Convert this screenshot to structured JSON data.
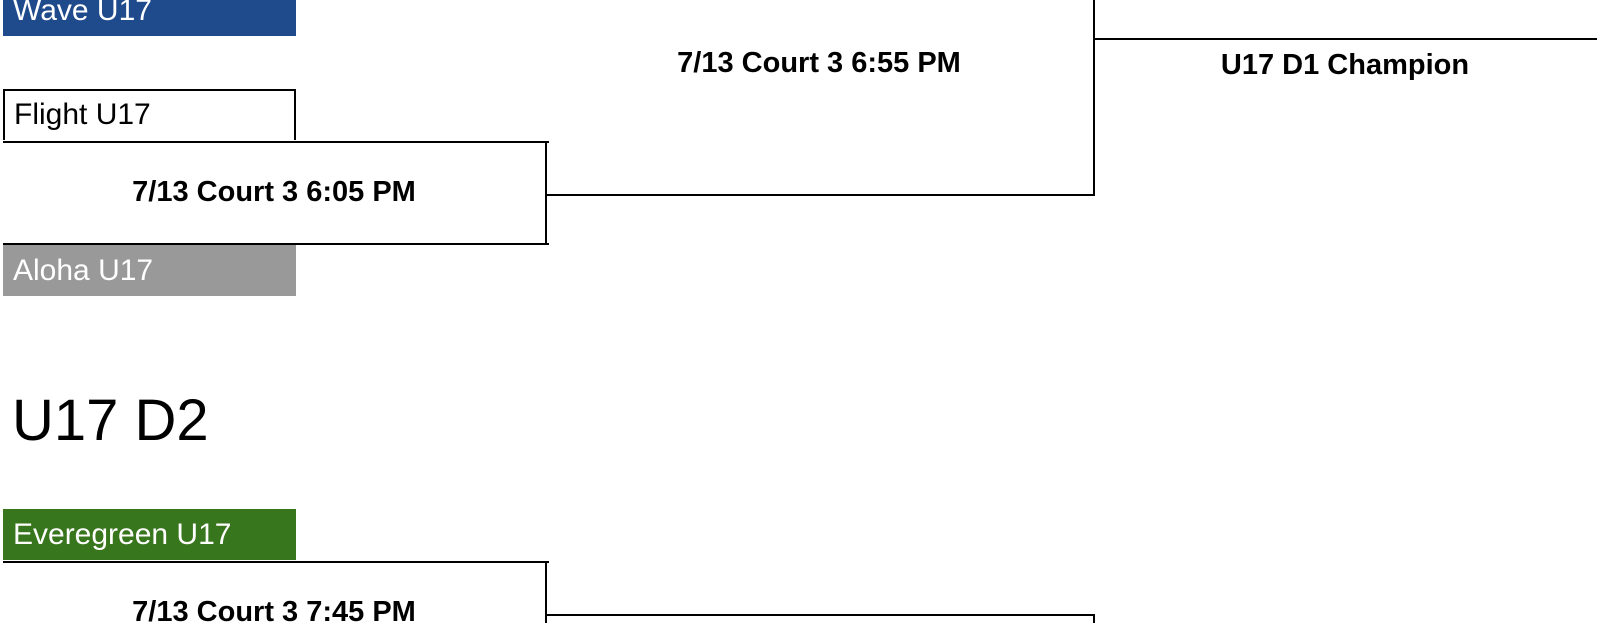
{
  "divisions": [
    {
      "title": "",
      "teams": [
        {
          "name": "Wave U17",
          "color": "#1f4a8c",
          "style": "filled"
        },
        {
          "name": "Flight U17",
          "color": "#ffffff",
          "style": "outlined"
        },
        {
          "name": "Aloha U17",
          "color": "#999999",
          "style": "filled"
        }
      ],
      "matches": [
        {
          "label": "7/13 Court 3 6:05 PM"
        },
        {
          "label": "7/13 Court 3 6:55 PM"
        }
      ],
      "champion_label": "U17 D1 Champion"
    },
    {
      "title": "U17 D2",
      "teams": [
        {
          "name": "Everegreen U17",
          "color": "#38761d",
          "style": "filled"
        }
      ],
      "matches": [
        {
          "label": "7/13 Court 3 7:45 PM"
        }
      ]
    }
  ]
}
